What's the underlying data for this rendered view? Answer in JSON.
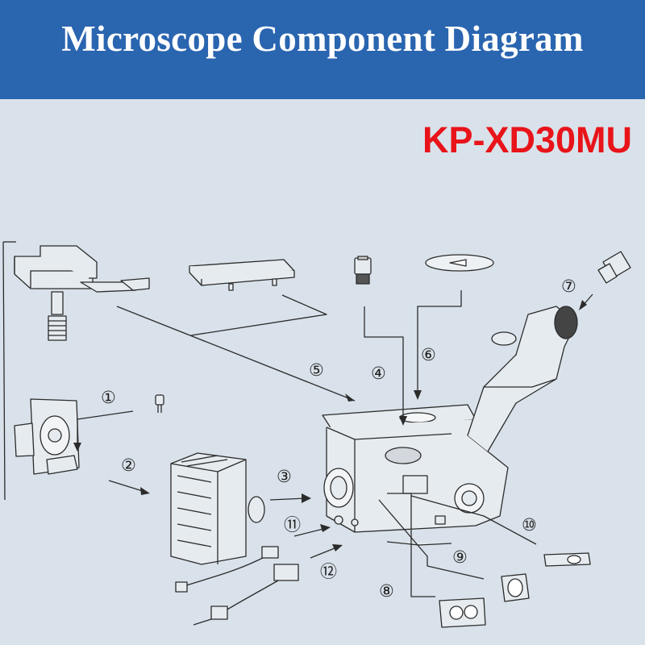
{
  "header": {
    "title": "Microscope Component Diagram",
    "model": "KP-XD30MU"
  },
  "colors": {
    "header_bg": "#2a65b0",
    "background": "#d9e2ea",
    "model_text": "#e8141a",
    "title_text": "#ffffff"
  },
  "callouts": [
    "①",
    "②",
    "③",
    "④",
    "⑤",
    "⑥",
    "⑦",
    "⑧",
    "⑨",
    "⑩",
    "⑪",
    "⑫"
  ]
}
